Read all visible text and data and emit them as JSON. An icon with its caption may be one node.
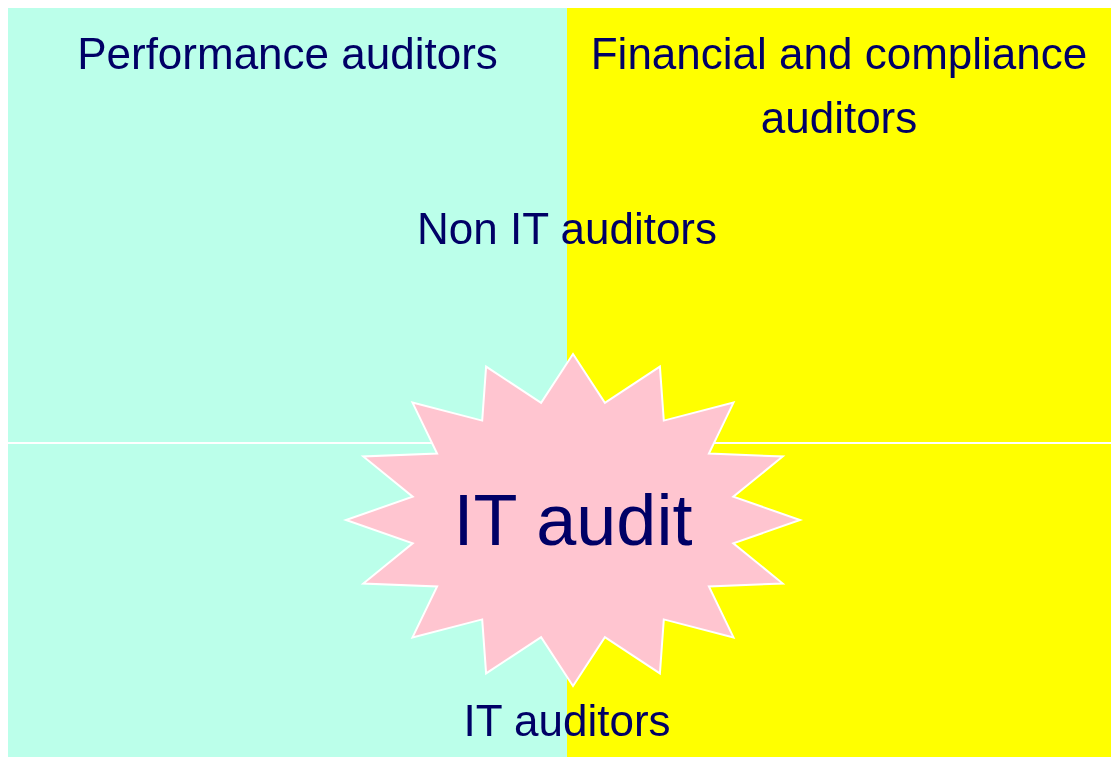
{
  "diagram": {
    "nodes": [
      {
        "text": [
          "Performance auditors"
        ]
      },
      {
        "text": [
          "Financial and compliance auditors"
        ]
      },
      {
        "text": [
          "IT audit"
        ]
      }
    ],
    "labels": [
      "Non IT auditors",
      "IT auditors"
    ]
  }
}
